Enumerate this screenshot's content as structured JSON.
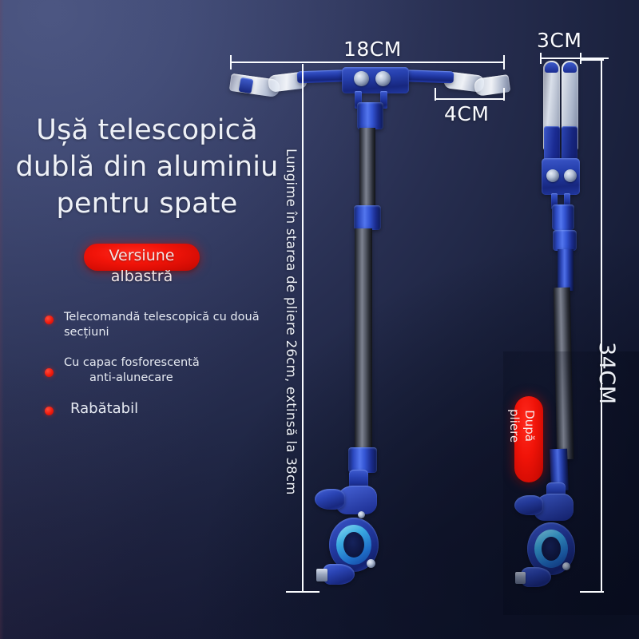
{
  "background": {
    "top_left_color": "#454f78",
    "top_right_color": "#2b3358",
    "bottom_left_color": "#242a4d",
    "bottom_right_color": "#141b36"
  },
  "accent": {
    "badge_red": "#f21409",
    "bullet_red": "#ef1a0c",
    "dimension_line": "#fafcff",
    "metal_blue": "#2a45b6",
    "shaft_grey": "#5a5f6c",
    "grip_white": "#eef3fa",
    "ring_cyan": "#39a9e0"
  },
  "title": {
    "line1": "Ușă telescopică",
    "line2": "dublă din aluminiu",
    "line3": "pentru spate"
  },
  "version_badge": {
    "line1": "Versiune",
    "line2": "albastră"
  },
  "features": [
    {
      "text": "Telecomandă telescopică cu două secțiuni"
    },
    {
      "text_line1": "Cu capac fosforescentă",
      "text_line2": "anti-alunecare"
    },
    {
      "text": "Rabătabil"
    }
  ],
  "dimensions": {
    "handlebar_width": "18CM",
    "grip_length": "4CM",
    "folded_width": "3CM",
    "folded_height": "34CM",
    "length_note": "Lungime în starea de pliere 26cm, extinsă la 38cm"
  },
  "folded_badge": {
    "line1": "După",
    "line2": "pliere"
  },
  "products": {
    "extended": {
      "name": "telescopic-door-opener-extended"
    },
    "folded": {
      "name": "telescopic-door-opener-folded"
    }
  }
}
